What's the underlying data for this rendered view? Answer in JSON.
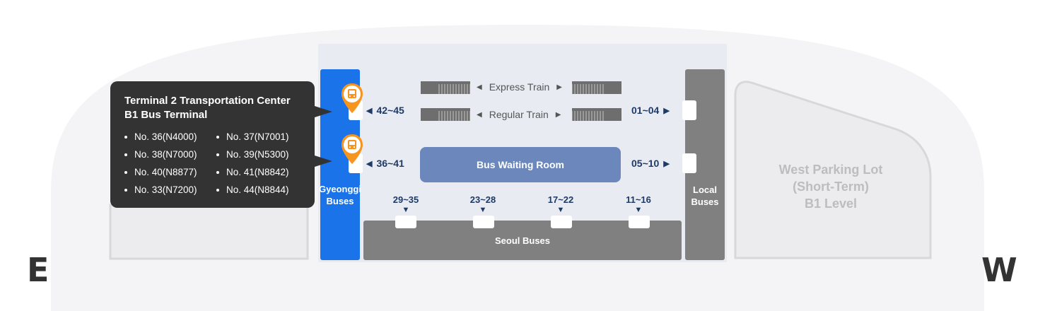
{
  "compass": {
    "east": "E",
    "west": "W"
  },
  "tooltip": {
    "title_line1": "Terminal 2 Transportation Center",
    "title_line2": "B1 Bus Terminal",
    "routes": [
      "No. 36(N4000)",
      "No. 37(N7001)",
      "No. 38(N7000)",
      "No. 39(N5300)",
      "No. 40(N8877)",
      "No. 41(N8842)",
      "No. 33(N7200)",
      "No. 44(N8844)"
    ]
  },
  "gyeonggi": {
    "label_line1": "Gyeonggi",
    "label_line2": "Buses",
    "stop_upper": "42~45",
    "stop_lower": "36~41"
  },
  "local": {
    "label_line1": "Local",
    "label_line2": "Buses",
    "stop_upper": "01~04",
    "stop_lower": "05~10"
  },
  "trains": {
    "express": "Express Train",
    "regular": "Regular Train"
  },
  "waiting_room": "Bus Waiting Room",
  "seoul": {
    "label": "Seoul Buses",
    "gates": [
      "29~35",
      "23~28",
      "17~22",
      "11~16"
    ]
  },
  "parking": {
    "line1": "West Parking Lot",
    "line2": "(Short-Term)",
    "line3": "B1 Level"
  },
  "colors": {
    "gyeonggi": "#1a73e8",
    "local_seoul": "#808080",
    "waiting_room": "#6b87bb",
    "pin": "#f7941d",
    "tooltip": "#333333"
  },
  "icons": {
    "pin": "bus-pin-icon",
    "left_arrow": "left-triangle-icon",
    "right_arrow": "right-triangle-icon",
    "down_arrow": "down-triangle-icon"
  }
}
